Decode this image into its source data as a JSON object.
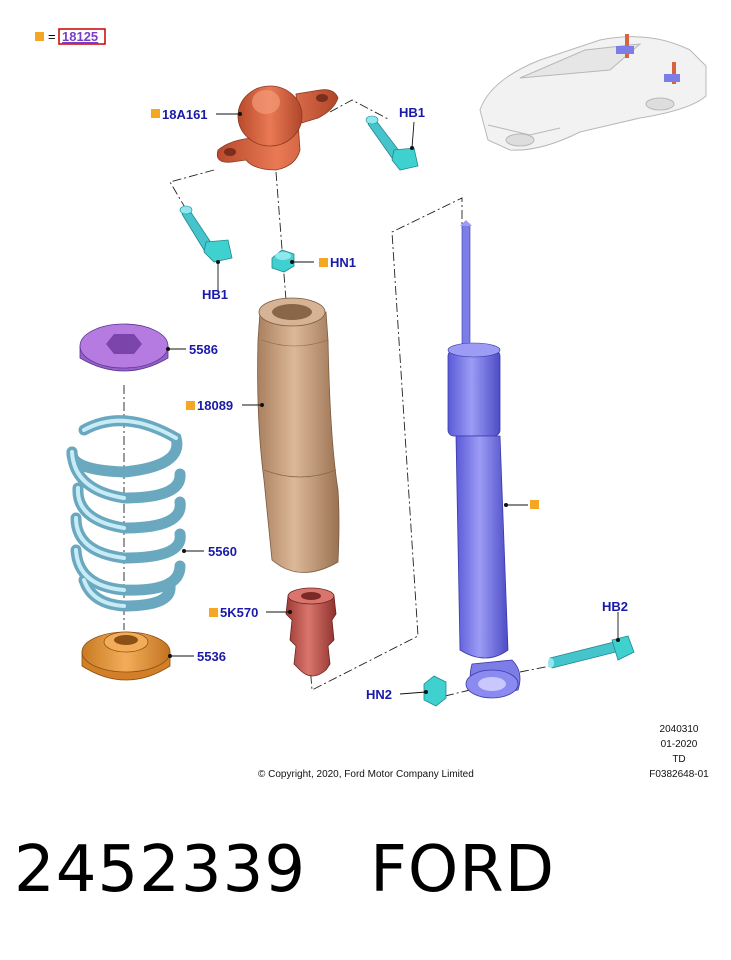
{
  "legend": {
    "equals": "=",
    "ref": "18125",
    "marker_color": "#f5a623",
    "box_color": "#cc0000",
    "ref_color": "#7a3fc8"
  },
  "labels": {
    "mount": "18A161",
    "hb1_top": "HB1",
    "hb1_left": "HB1",
    "hn1": "HN1",
    "seat_upper": "5586",
    "boot": "18089",
    "spring": "5560",
    "bumper": "5K570",
    "seat_lower": "5536",
    "hb2": "HB2",
    "hn2": "HN2"
  },
  "label_color": "#1a1aa8",
  "marker_color": "#f5a623",
  "meta": {
    "code": "2040310",
    "date": "01-2020",
    "td": "TD",
    "figure": "F0382648-01",
    "copyright": "© Copyright, 2020, Ford Motor Company Limited"
  },
  "footer": {
    "part_number": "2452339",
    "brand": "FORD"
  },
  "colors": {
    "mount": "#d9633f",
    "fastener": "#3fd0d0",
    "seat_upper": "#b57be0",
    "boot": "#c9a07e",
    "spring": "#a8d8e8",
    "bumper": "#c0504a",
    "seat_lower": "#e8983a",
    "shock": "#7d7de8"
  },
  "icons": [
    "car-thumbnail-icon"
  ]
}
